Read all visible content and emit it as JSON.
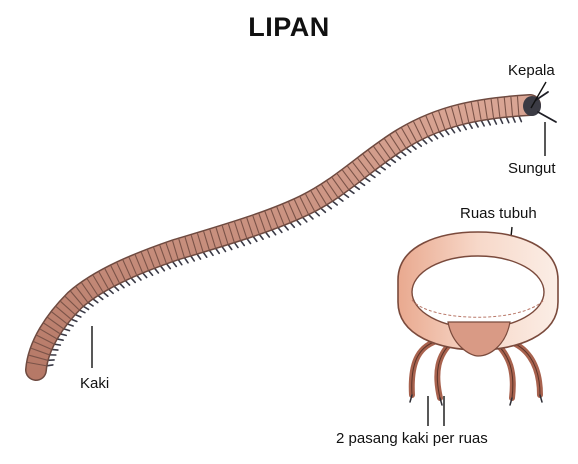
{
  "diagram": {
    "title": "LIPAN",
    "labels": {
      "kepala": "Kepala",
      "sungut": "Sungut",
      "kaki": "Kaki",
      "ruas_tubuh": "Ruas tubuh",
      "pasang_kaki": "2 pasang kaki per ruas"
    },
    "colors": {
      "body_fill": "#c98e7a",
      "body_outline": "#6e4a40",
      "legs": "#3a3a46",
      "ring_fill": "#f0c6b2",
      "ring_inner": "#ffffff",
      "leader_line": "#111111"
    }
  }
}
